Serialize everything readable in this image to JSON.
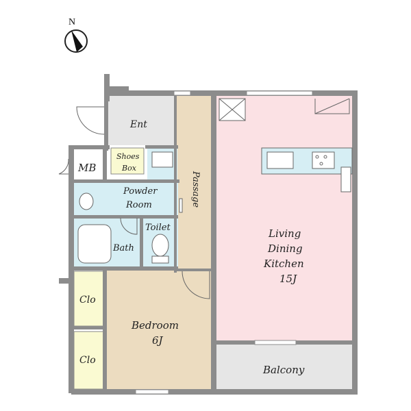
{
  "compass": {
    "north_label": "N"
  },
  "rooms": {
    "entrance": "Ent",
    "shoes_box": [
      "Shoes",
      "Box"
    ],
    "meter_box": "MB",
    "passage": "Passage",
    "powder_room": [
      "Powder",
      "Room"
    ],
    "toilet": "Toilet",
    "bath": "Bath",
    "ldk": [
      "Living",
      "Dining",
      "Kitchen",
      "15J"
    ],
    "closet_upper": "Clo",
    "closet_lower": "Clo",
    "bedroom": [
      "Bedroom",
      "6J"
    ],
    "balcony": "Balcony"
  },
  "colors": {
    "wall": "#8c8c8c",
    "entrance_floor": "#e6e6e6",
    "passage_floor": "#ecdcc0",
    "wet_area": "#d6eef4",
    "ldk_floor": "#fbe1e4",
    "bedroom_floor": "#ecdcc0",
    "closet": "#fafad2",
    "shoes_box": "#fafad2",
    "balcony": "#e6e6e6"
  }
}
